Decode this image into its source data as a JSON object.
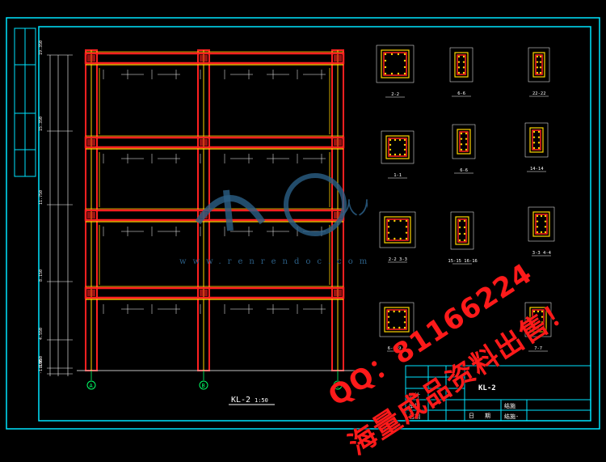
{
  "drawing": {
    "frame_title": "KL-2",
    "frame_scale": "1:50",
    "title_block": {
      "drawing_name": "KL-2",
      "row_labels": [
        "设计",
        "审核",
        "日期"
      ],
      "extra_labels": [
        "日",
        "期"
      ],
      "sheet_info": [
        "结施",
        "结施-"
      ]
    },
    "section_labels": [
      "2-2",
      "6-6",
      "22-22",
      "1-1",
      "6-6",
      "14-14",
      "2-2 3-3",
      "15-15 16-16",
      "3-3 4-4",
      "6-6 9-9",
      "7-7"
    ],
    "axis_bubbles": [
      "A",
      "B",
      "C"
    ],
    "level_labels": [
      "19.350",
      "15.350",
      "11.750",
      "8.150",
      "4.550",
      "0.950",
      "-1.100"
    ]
  },
  "watermarks": {
    "qq": "QQ：81166224",
    "slogan": "海量成品资料出售！",
    "site": "www.renrendoc.com",
    "logo_text": "人人文库"
  },
  "colors": {
    "frame": "#00e5ff",
    "beam_red": "#ff2020",
    "beam_yellow": "#ffd400",
    "text": "#ffffff",
    "green": "#00ff66",
    "watermark_red": "#ff1a1a",
    "watermark_blue": "#2b5f86"
  }
}
